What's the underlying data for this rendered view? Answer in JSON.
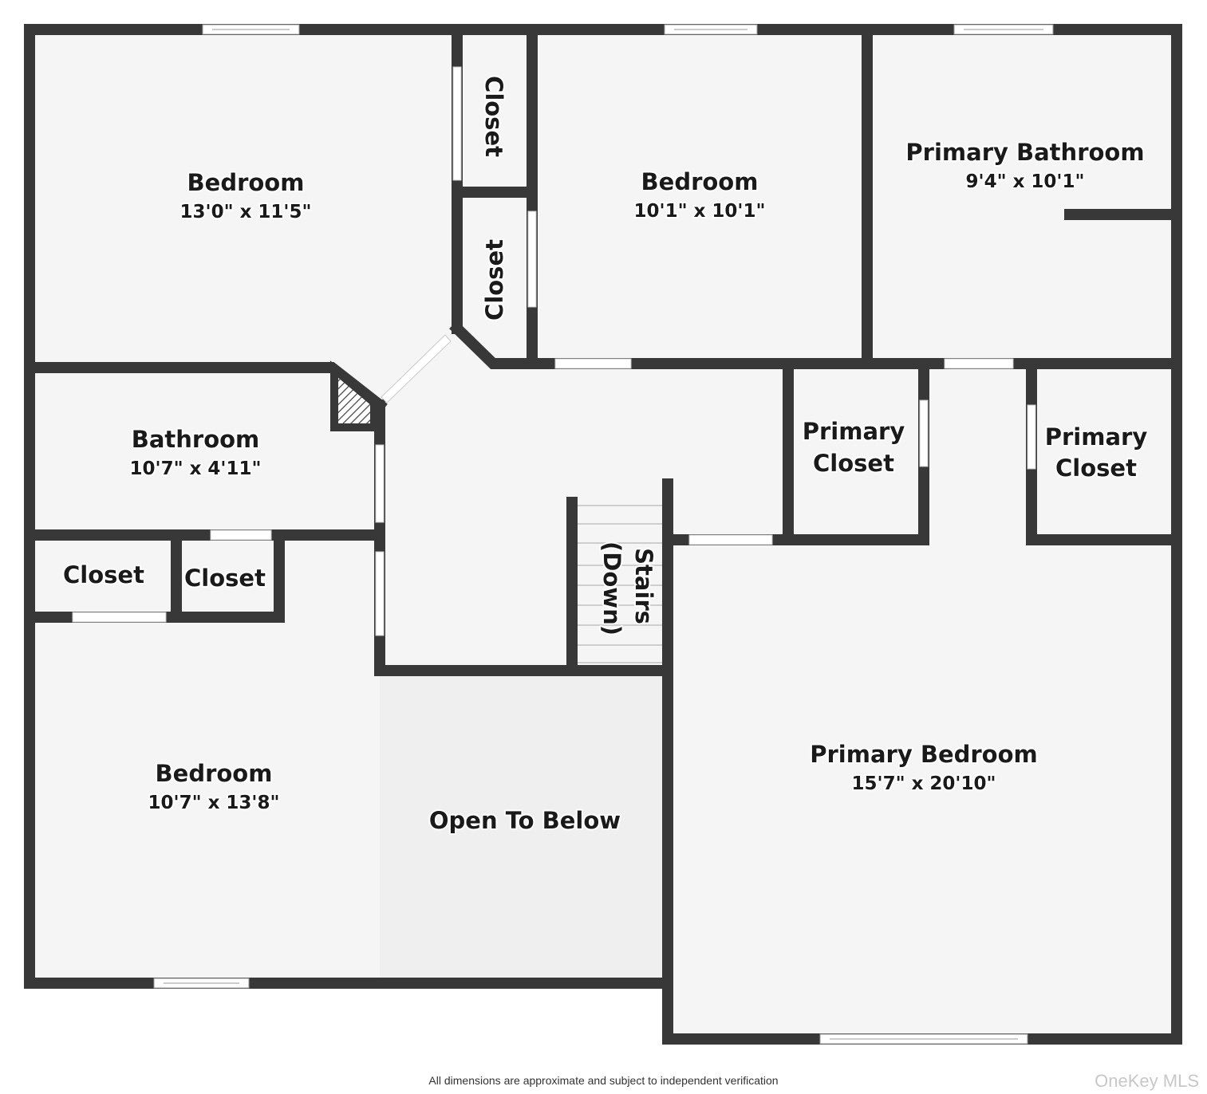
{
  "rooms": {
    "bedroom_nw": {
      "name": "Bedroom",
      "dims": "13'0\" x 11'5\""
    },
    "closet_upper": {
      "name": "Closet"
    },
    "closet_lower": {
      "name": "Closet"
    },
    "bedroom_n": {
      "name": "Bedroom",
      "dims": "10'1\" x 10'1\""
    },
    "primary_bathroom": {
      "name": "Primary Bathroom",
      "dims": "9'4\" x 10'1\""
    },
    "bathroom": {
      "name": "Bathroom",
      "dims": "10'7\" x 4'11\""
    },
    "closet_sw_a": {
      "name": "Closet"
    },
    "closet_sw_b": {
      "name": "Closet"
    },
    "bedroom_sw": {
      "name": "Bedroom",
      "dims": "10'7\" x 13'8\""
    },
    "open_to_below": {
      "name": "Open To Below"
    },
    "stairs": {
      "line1": "Stairs",
      "line2": "(Down)"
    },
    "primary_closet_a": {
      "line1": "Primary",
      "line2": "Closet"
    },
    "primary_closet_b": {
      "line1": "Primary",
      "line2": "Closet"
    },
    "primary_bedroom": {
      "name": "Primary Bedroom",
      "dims": "15'7\" x 20'10\""
    }
  },
  "footer": {
    "disclaimer": "All dimensions are approximate and subject to independent verification",
    "watermark": "OneKey MLS"
  },
  "colors": {
    "wall": "#383838",
    "floor": "#f5f5f5",
    "open_to_below": "#efefef",
    "background": "#ffffff"
  }
}
